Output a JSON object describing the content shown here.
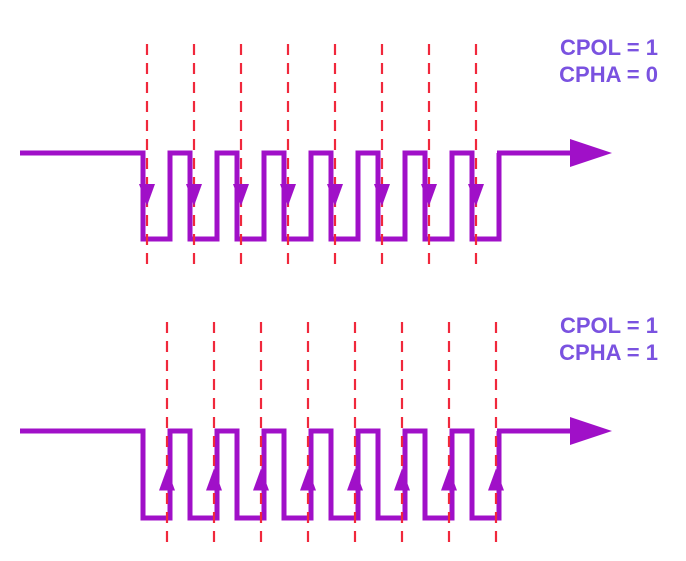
{
  "colors": {
    "signal": "#a010c8",
    "sample_line": "#f0283c",
    "label": "#7a52e0",
    "background": "#ffffff"
  },
  "diagrams": [
    {
      "cpol_label": "CPOL = 1",
      "cpha_label": "CPHA = 0",
      "cpol": 1,
      "cpha": 0,
      "clock_cycles": 8,
      "sample_edge": "falling",
      "arrow_direction": "down"
    },
    {
      "cpol_label": "CPOL = 1",
      "cpha_label": "CPHA = 1",
      "cpol": 1,
      "cpha": 1,
      "clock_cycles": 8,
      "sample_edge": "rising",
      "arrow_direction": "up"
    }
  ]
}
